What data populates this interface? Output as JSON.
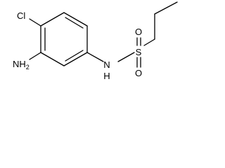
{
  "molecule": {
    "atoms": {
      "chlorine": "Cl",
      "amino": "NH",
      "amino_sub": "2",
      "sulfonamide_n": "N",
      "sulfonamide_h": "H",
      "sulfur": "S",
      "oxygen_top": "O",
      "oxygen_bottom": "O"
    }
  }
}
